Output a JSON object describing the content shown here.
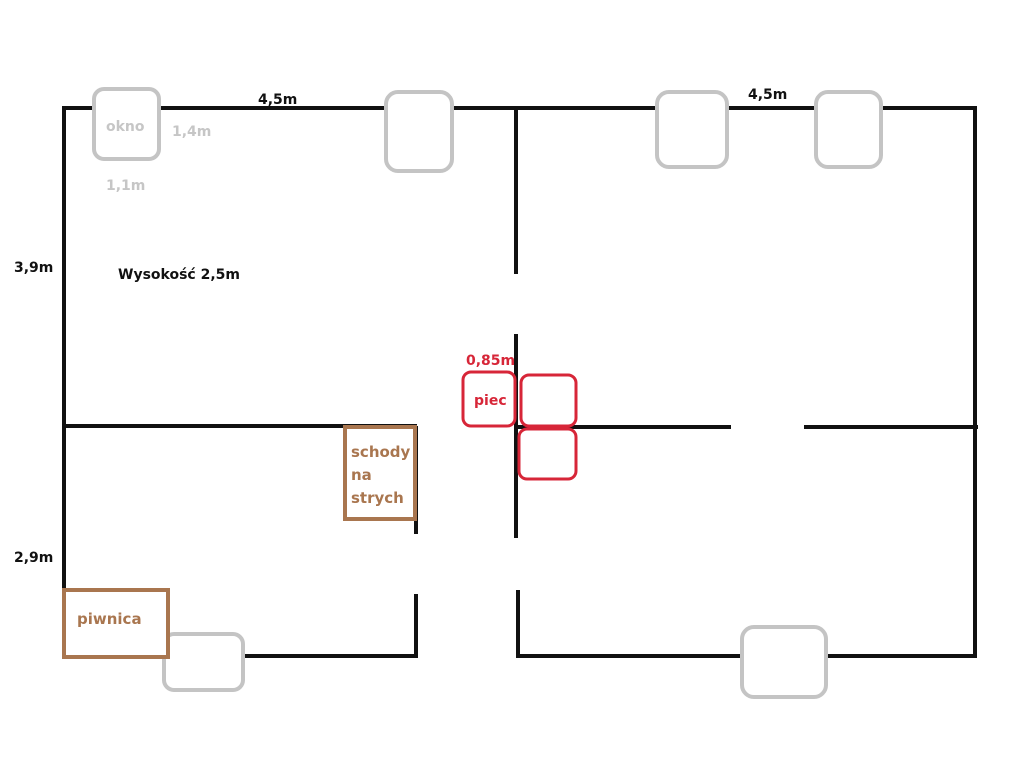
{
  "labels": {
    "top_left_width": "4,5m",
    "top_right_width": "4,5m",
    "left_upper_height": "3,9m",
    "left_lower_height": "2,9m",
    "ceiling_height": "Wysokość 2,5m",
    "window_name": "okno",
    "window_height": "1,4m",
    "window_width": "1,1m",
    "stove_width": "0,85m",
    "stove_name": "piec",
    "stairs_line1": "schody",
    "stairs_line2": "na",
    "stairs_line3": "strych",
    "cellar": "piwnica"
  },
  "colors": {
    "wall": "#111111",
    "window": "#c4c4c4",
    "stove": "#d72638",
    "stairs_cellar": "#a9764f"
  }
}
